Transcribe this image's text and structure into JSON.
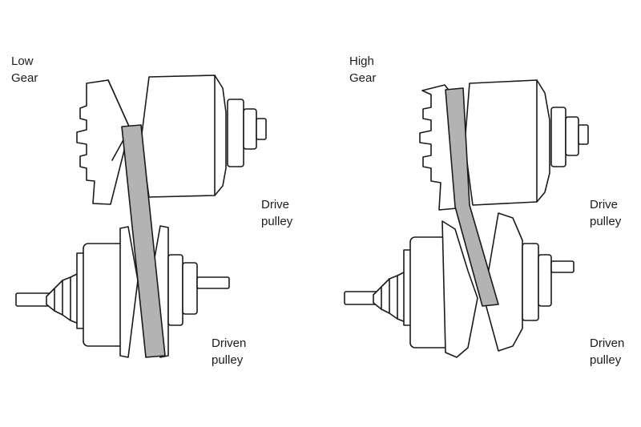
{
  "colors": {
    "outline": "#1a1a1a",
    "belt": "#b3b3b3",
    "background": "#ffffff"
  },
  "low_gear": {
    "title_line1": "Low",
    "title_line2": "Gear",
    "drive_line1": "Drive",
    "drive_line2": "pulley",
    "driven_line1": "Driven",
    "driven_line2": "pulley"
  },
  "high_gear": {
    "title_line1": "High",
    "title_line2": "Gear",
    "drive_line1": "Drive",
    "drive_line2": "pulley",
    "driven_line1": "Driven",
    "driven_line2": "pulley"
  }
}
